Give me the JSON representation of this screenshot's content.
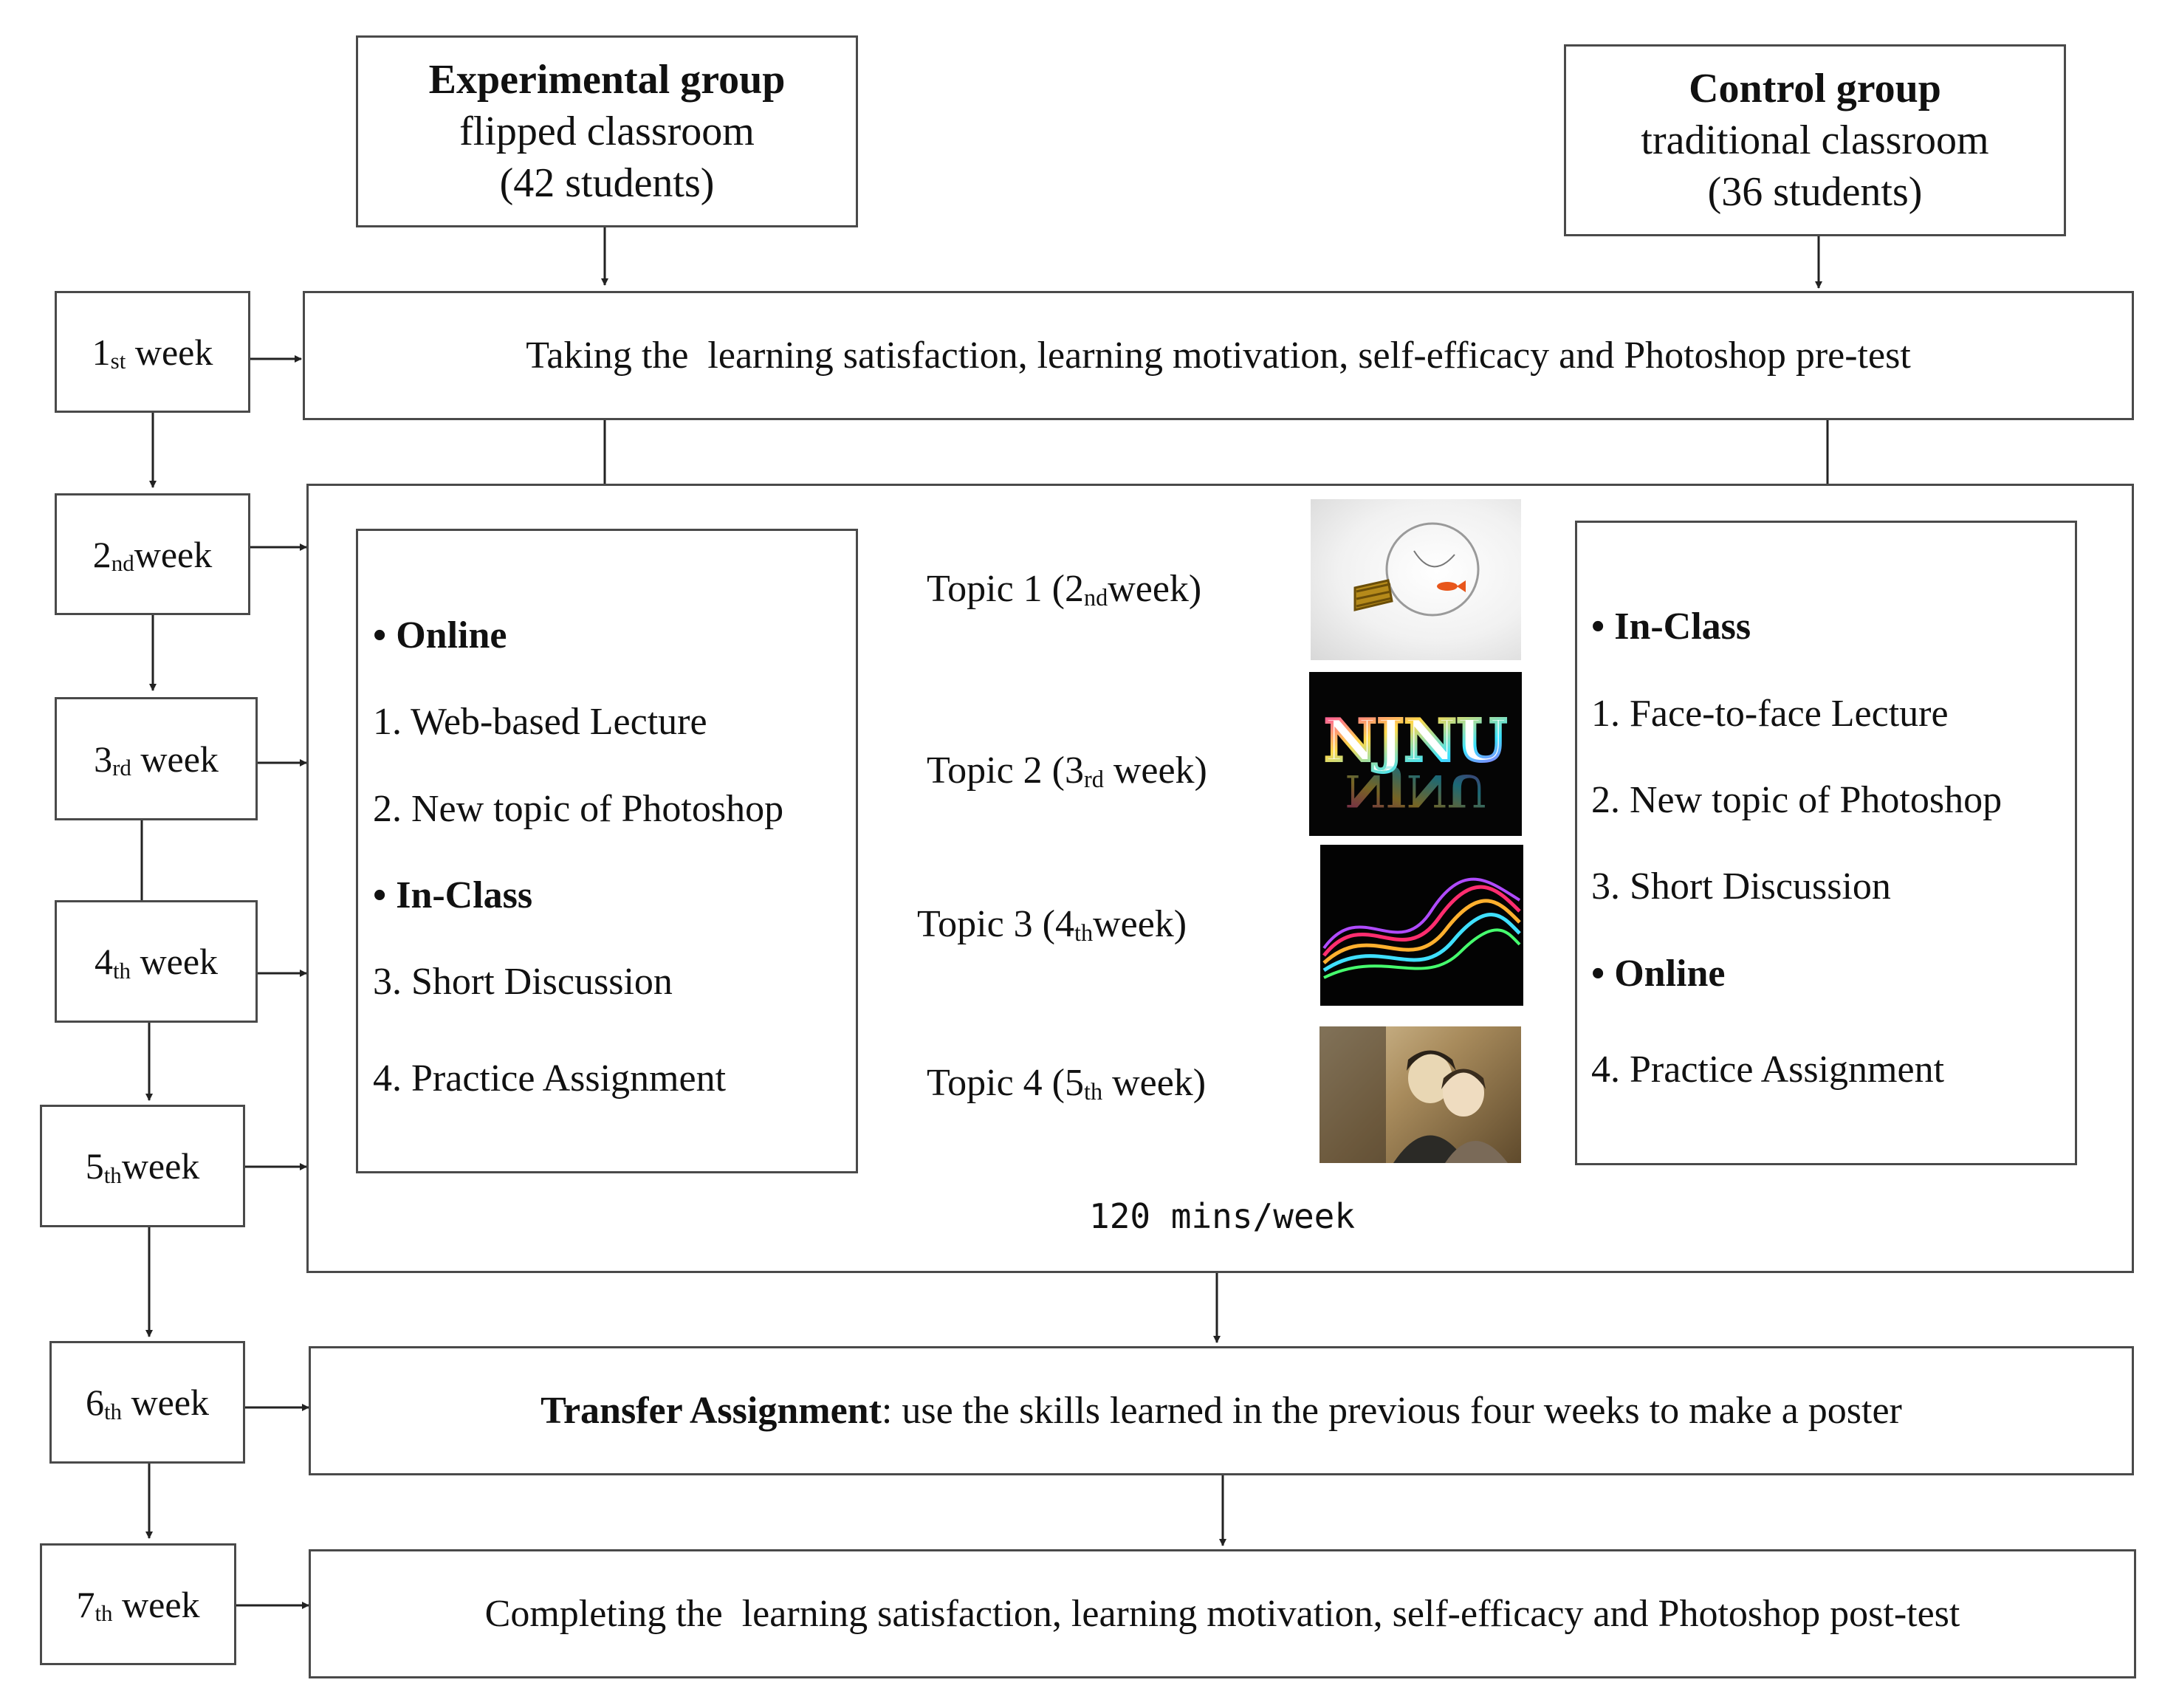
{
  "groups": {
    "experimental": {
      "title": "Experimental group",
      "subtitle": "flipped classroom",
      "count": "(42 students)"
    },
    "control": {
      "title": "Control group",
      "subtitle": "traditional classroom",
      "count": "(36 students)"
    }
  },
  "weeks": [
    {
      "num": "1",
      "suffix": "st",
      "label": "week"
    },
    {
      "num": "2",
      "suffix": "nd",
      "label": "week"
    },
    {
      "num": "3",
      "suffix": "rd",
      "label": "week"
    },
    {
      "num": "4",
      "suffix": "th",
      "label": "week"
    },
    {
      "num": "5",
      "suffix": "th",
      "label": "week"
    },
    {
      "num": "6",
      "suffix": "th",
      "label": "week"
    },
    {
      "num": "7",
      "suffix": "th",
      "label": "week"
    }
  ],
  "pretest": "Taking the  learning satisfaction, learning motivation, self-efficacy and Photoshop pre-test",
  "experimental_list": {
    "online_heading": "• Online",
    "item1": "1. Web-based Lecture",
    "item2": "2. New topic of Photoshop",
    "inclass_heading": "• In-Class",
    "item3": "3. Short Discussion",
    "item4": "4. Practice Assignment"
  },
  "control_list": {
    "inclass_heading": "• In-Class",
    "item1": "1. Face-to-face Lecture",
    "item2": "2. New topic of Photoshop",
    "item3": "3. Short Discussion",
    "online_heading": "• Online",
    "item4": "4. Practice Assignment"
  },
  "topics": [
    {
      "prefix": "Topic 1 (2",
      "suffix": "nd",
      "end": "week)"
    },
    {
      "prefix": "Topic 2 (3",
      "suffix": "rd",
      "end": " week)"
    },
    {
      "prefix": "Topic 3 (4",
      "suffix": "th",
      "end": "week)"
    },
    {
      "prefix": "Topic 4 (5",
      "suffix": "th",
      "end": " week)"
    }
  ],
  "topic_images": [
    "light-bulb-image",
    "njnu-text-effect-image",
    "color-waves-image",
    "vintage-couple-photo"
  ],
  "njnu_text": "NJNU",
  "minutes": "120 mins/week",
  "transfer": {
    "bold": "Transfer Assignment",
    "rest": ": use the skills learned in the previous four weeks to make a poster"
  },
  "posttest": "Completing the  learning satisfaction, learning motivation, self-efficacy and Photoshop post-test"
}
